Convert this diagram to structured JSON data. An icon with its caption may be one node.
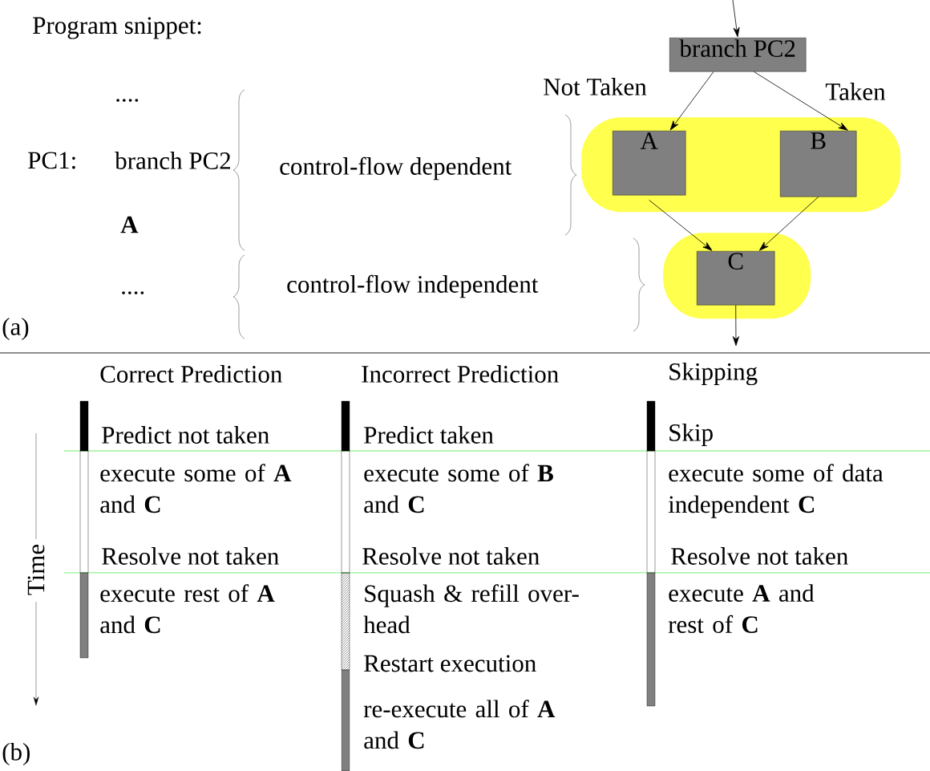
{
  "diagram": {
    "nodes": [
      {
        "text": [
          "branch PC2"
        ]
      },
      {
        "text": [],
        "shape": "band"
      },
      {
        "text": [
          "A"
        ],
        "in": 1
      },
      {
        "text": [
          "B"
        ],
        "in": 1
      },
      {
        "text": [],
        "shape": "band"
      },
      {
        "text": [
          "C"
        ],
        "in": 4
      }
    ],
    "edges": [
      {
        "from": null,
        "to": 0,
        "arrow": "to"
      },
      {
        "from": 0,
        "to": 2,
        "arrow": "to",
        "label": "Not Taken"
      },
      {
        "from": 0,
        "to": 3,
        "arrow": "to",
        "label": "Taken"
      },
      {
        "from": 2,
        "to": 5,
        "arrow": "to"
      },
      {
        "from": 3,
        "to": 5,
        "arrow": "to"
      },
      {
        "from": 5,
        "to": null,
        "arrow": "to"
      }
    ],
    "labels": [
      "Program snippet:",
      "....",
      "PC1:",
      "branch PC2",
      "control-flow dependent",
      "A",
      "....",
      "control-flow independent",
      "(a)",
      "Correct Prediction",
      "Incorrect Prediction",
      "Skipping",
      "Predict not taken",
      "Predict taken",
      "Skip",
      "execute some of **A** and **C**",
      "execute some of **B** and **C**",
      "execute some of data independent **C**",
      "Time",
      "Resolve not taken",
      "Resolve not taken",
      "Resolve not taken",
      "execute rest of **A** and **C**",
      "Squash & refill over-head",
      "execute **A** and rest of **C**",
      "Restart execution",
      "re-execute all of **A** and **C**",
      "(b)"
    ]
  }
}
